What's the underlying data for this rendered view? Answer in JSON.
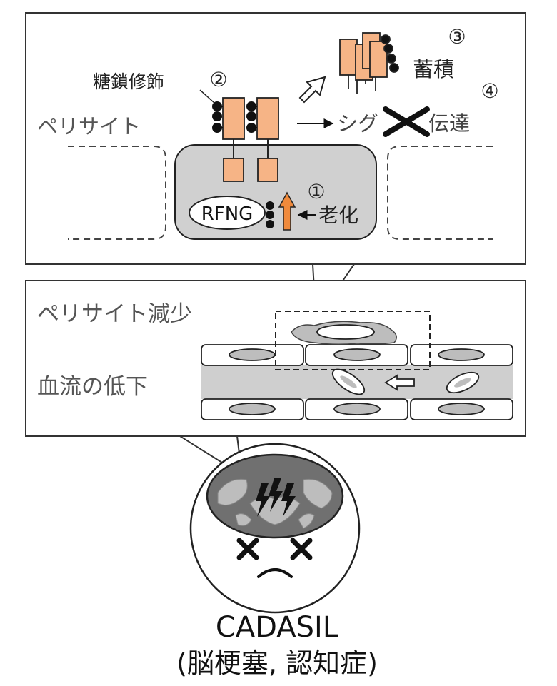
{
  "top_panel": {
    "glyco_label": "糖鎖修飾",
    "step2": "②",
    "step3": "③",
    "accumulate": "蓄積",
    "step4": "④",
    "pericyte": "ペリサイト",
    "signal_prefix": "シグ",
    "signal_suffix": "伝達",
    "rfng": "RFNG",
    "step1": "①",
    "aging": "老化"
  },
  "middle_panel": {
    "pericyte_loss": "ペリサイト減少",
    "flow_decrease": "血流の低下"
  },
  "bottom": {
    "disease": "CADASIL",
    "symptoms": "(脳梗塞, 認知症)"
  },
  "colors": {
    "receptor_fill": "#f6b486",
    "cell_fill": "#d0d0d0",
    "aging_arrow": "#f08a3c",
    "vessel_fill": "#cfcfcf"
  }
}
